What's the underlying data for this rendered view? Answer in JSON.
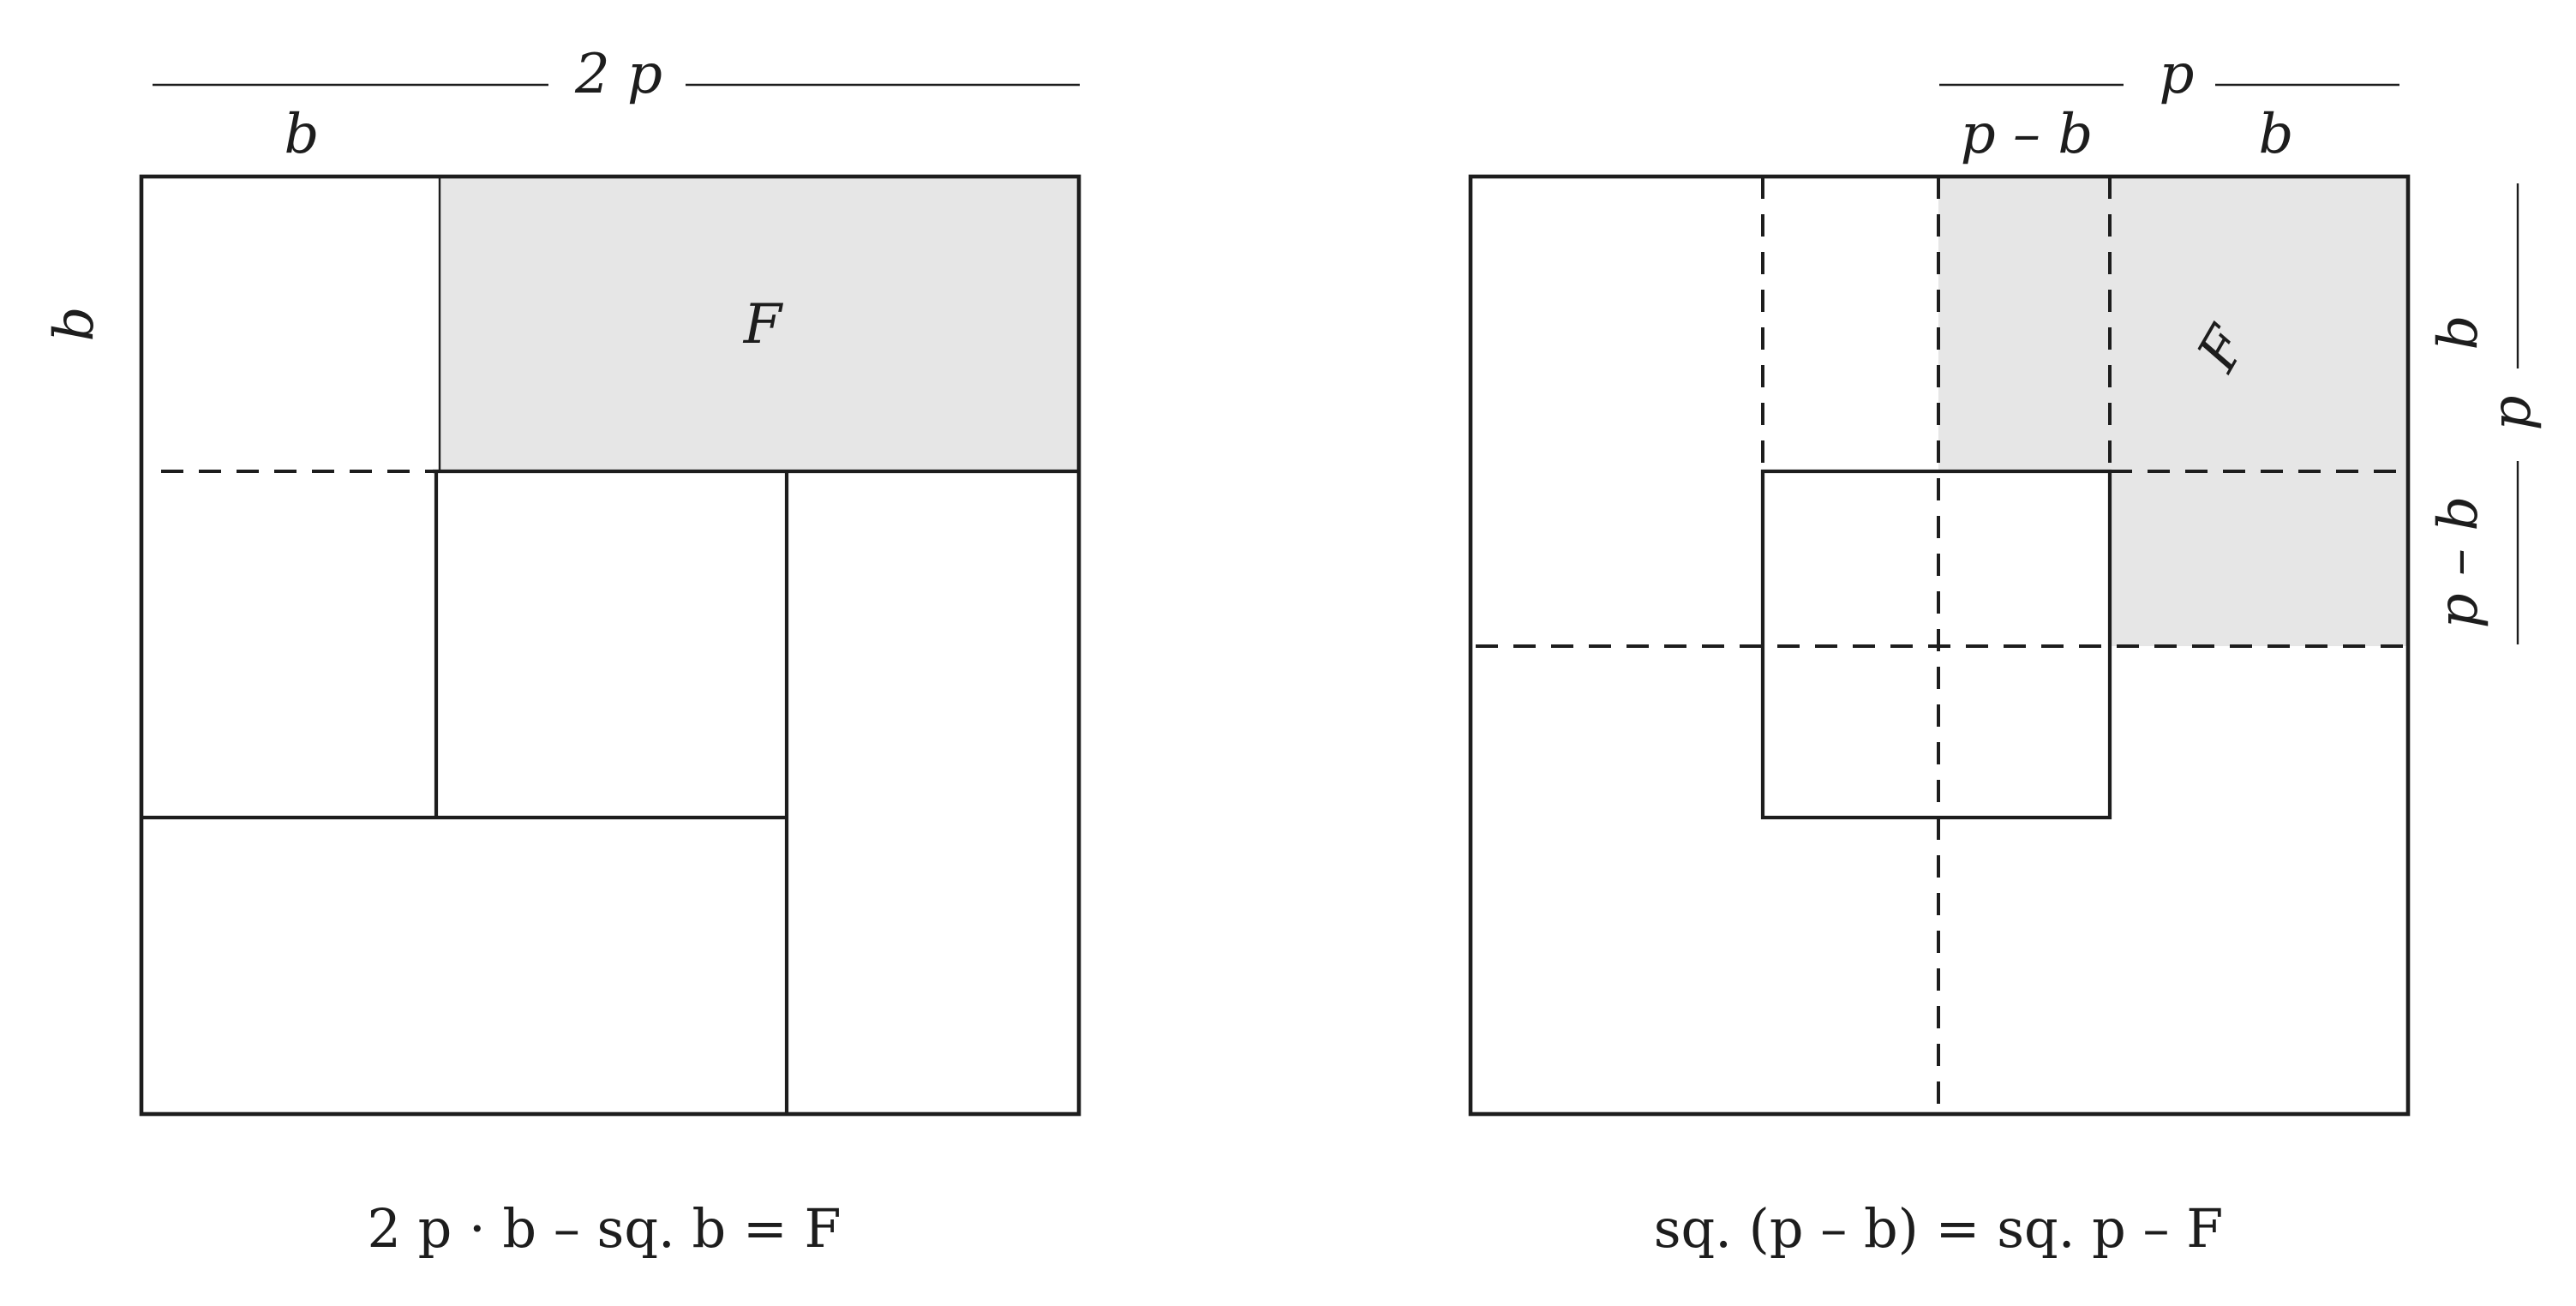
{
  "left_figure": {
    "top_dimension": "2 p",
    "top_segment": "b",
    "side_dimension": "b",
    "region_label": "F",
    "caption": "2 p · b – sq. b = F"
  },
  "right_figure": {
    "top_dimension": "p",
    "top_segment_left": "p – b",
    "top_segment_right": "b",
    "side_dimension": "p",
    "side_segment_top": "b",
    "side_segment_bottom": "p – b",
    "region_label": "F",
    "caption": "sq. (p – b) = sq. p – F"
  },
  "colors": {
    "line": "#1d1d1d",
    "shade": "#e6e6e6",
    "background": "#ffffff"
  }
}
